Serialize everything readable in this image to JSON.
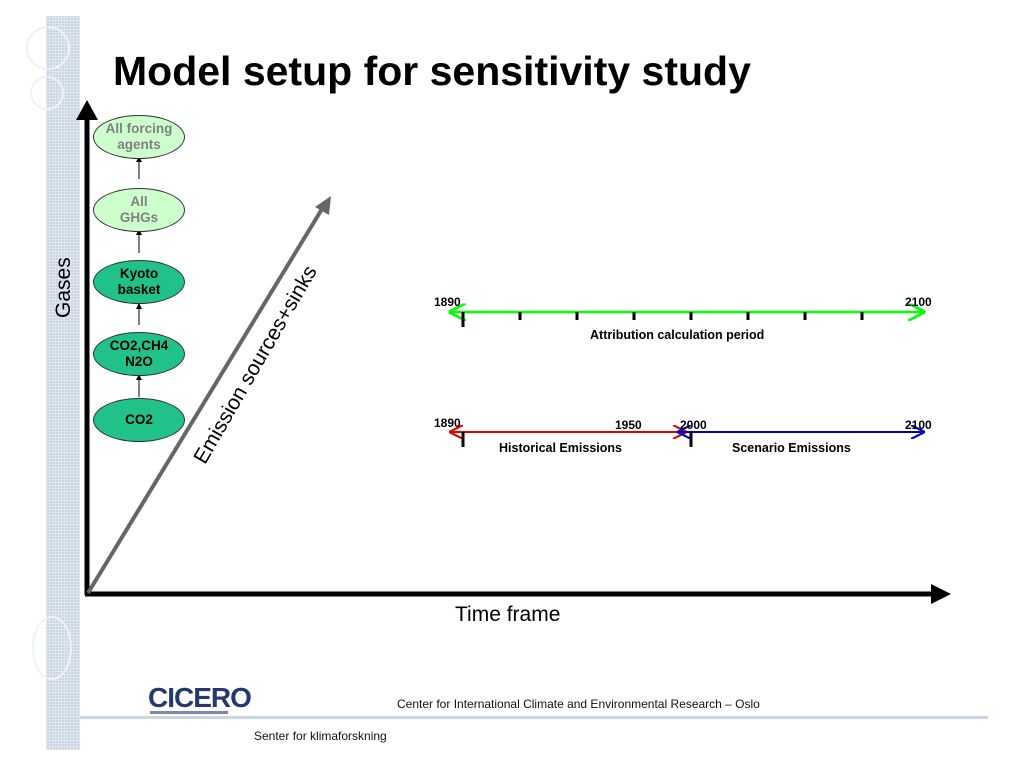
{
  "title": "Model setup for sensitivity study",
  "axes": {
    "y_label": "Gases",
    "x_label": "Time frame",
    "diagonal_label": "Emission sources+sinks"
  },
  "gas_nodes": [
    {
      "label": "All forcing agents",
      "line1": "All forcing",
      "line2": "agents",
      "style": "light"
    },
    {
      "label": "All GHGs",
      "line1": "All",
      "line2": "GHGs",
      "style": "light"
    },
    {
      "label": "Kyoto basket",
      "line1": "Kyoto",
      "line2": "basket",
      "style": "dark"
    },
    {
      "label": "CO2,CH4 N2O",
      "line1": "CO2,CH4",
      "line2": "N2O",
      "style": "dark"
    },
    {
      "label": "CO2",
      "line1": "CO2",
      "line2": "",
      "style": "dark"
    }
  ],
  "timeline_attribution": {
    "start": "1890",
    "end": "2100",
    "label": "Attribution calculation period",
    "color": "#00ff00"
  },
  "timeline_emissions": {
    "start": "1890",
    "mid1": "1950",
    "mid2": "2000",
    "end": "2100",
    "historical_label": "Historical Emissions",
    "scenario_label": "Scenario Emissions",
    "historical_color": "#e00000",
    "scenario_color": "#0000c0"
  },
  "footer": {
    "logo": "CICERO",
    "org": "Center for International Climate and Environmental Research – Oslo",
    "sub": "Senter for klimaforskning"
  }
}
